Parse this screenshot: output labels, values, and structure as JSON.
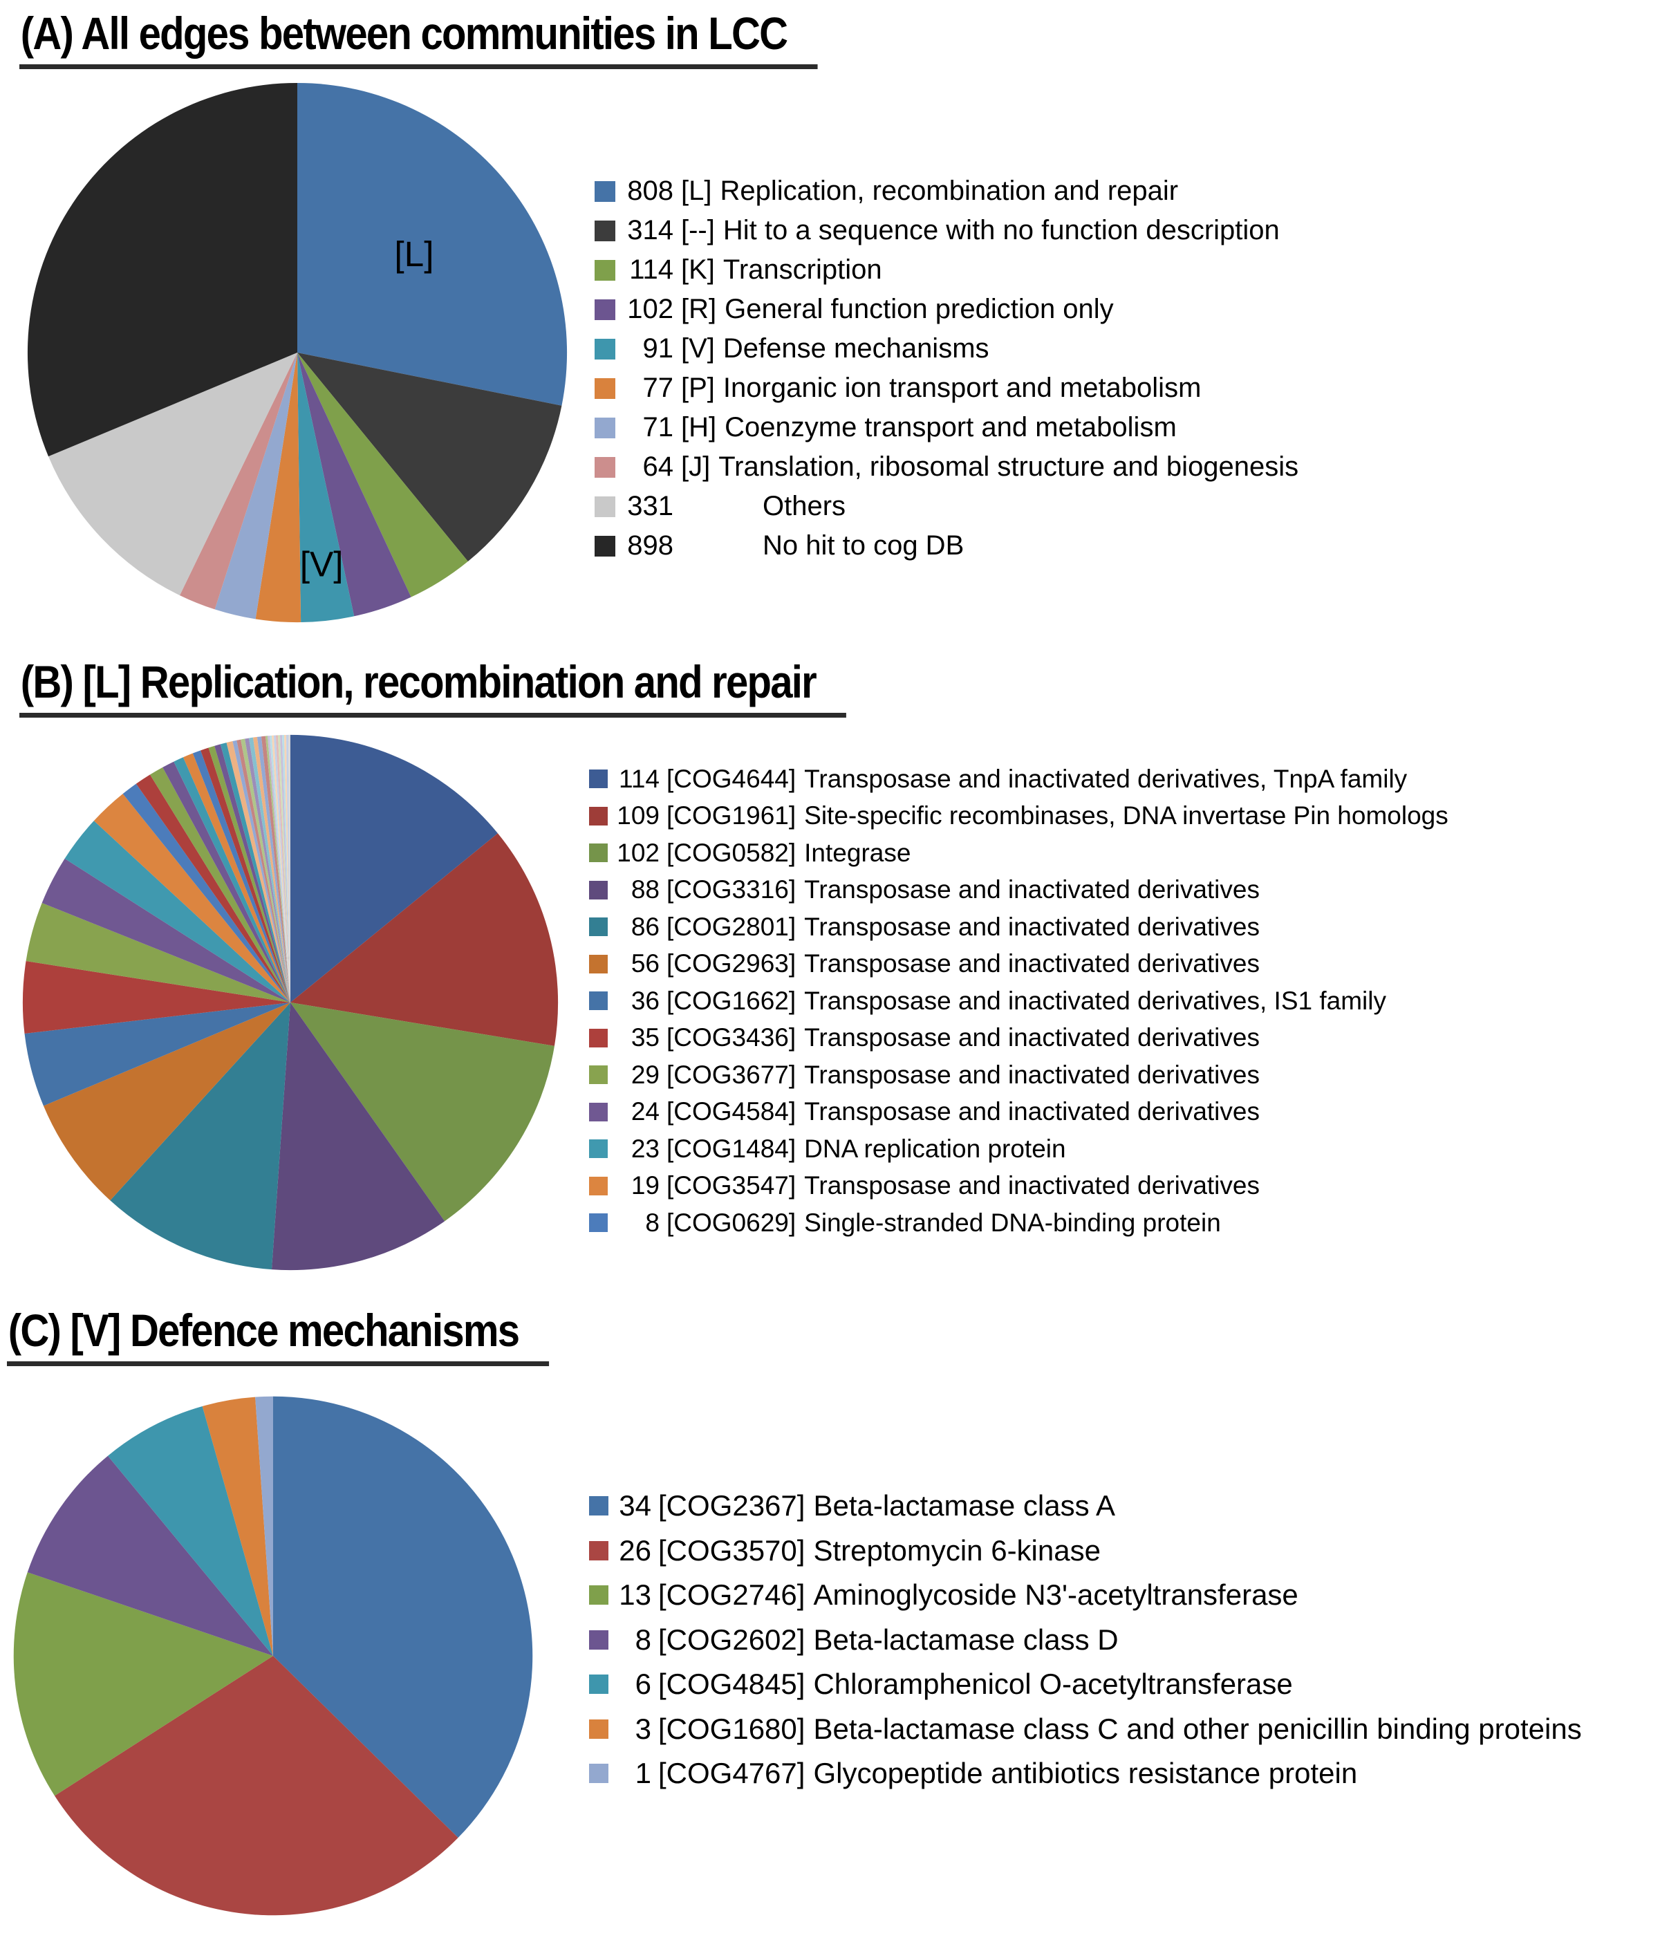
{
  "page_background": "#ffffff",
  "chart_data": [
    {
      "type": "pie",
      "title": "(A) All edges between communities in LCC",
      "start_angle_deg": 0,
      "direction": "clockwise",
      "total": 2870,
      "slices": [
        {
          "value": 808,
          "code": "[L]",
          "label": "Replication, recombination and repair",
          "color": "#4573A7"
        },
        {
          "value": 314,
          "code": "[--]",
          "label": "Hit to a sequence with no function description",
          "color": "#3C3C3C"
        },
        {
          "value": 114,
          "code": "[K]",
          "label": "Transcription",
          "color": "#7FA04B"
        },
        {
          "value": 102,
          "code": "[R]",
          "label": "General function prediction only",
          "color": "#6C5590"
        },
        {
          "value": 91,
          "code": "[V]",
          "label": "Defense mechanisms",
          "color": "#3E96AD"
        },
        {
          "value": 77,
          "code": "[P]",
          "label": "Inorganic ion transport and metabolism",
          "color": "#D9823D"
        },
        {
          "value": 71,
          "code": "[H]",
          "label": "Coenzyme transport and metabolism",
          "color": "#93A8CF"
        },
        {
          "value": 64,
          "code": "[J]",
          "label": "Translation, ribosomal structure and biogenesis",
          "color": "#CC8E8D"
        },
        {
          "value": 331,
          "code": "",
          "label": "Others",
          "color": "#C9C9C9"
        },
        {
          "value": 898,
          "code": "",
          "label": "No hit to cog DB",
          "color": "#272727"
        }
      ],
      "annotations": [
        {
          "text": "[L]",
          "slice_index": 0,
          "r_frac": 0.56
        },
        {
          "text": "[V]",
          "slice_index": 4,
          "r_frac": 0.8
        }
      ]
    },
    {
      "type": "pie",
      "title": "(B) [L] Replication, recombination and repair",
      "start_angle_deg": 0,
      "direction": "clockwise",
      "total": 808,
      "slices": [
        {
          "value": 114,
          "code": "[COG4644]",
          "label": "Transposase and inactivated derivatives, TnpA family",
          "color": "#3D5C94"
        },
        {
          "value": 109,
          "code": "[COG1961]",
          "label": "Site-specific recombinases, DNA invertase Pin homologs",
          "color": "#9E3D38"
        },
        {
          "value": 102,
          "code": "[COG0582]",
          "label": "Integrase",
          "color": "#75944A"
        },
        {
          "value": 88,
          "code": "[COG3316]",
          "label": "Transposase and inactivated derivatives",
          "color": "#5F4A7D"
        },
        {
          "value": 86,
          "code": "[COG2801]",
          "label": "Transposase and inactivated derivatives",
          "color": "#337F93"
        },
        {
          "value": 56,
          "code": "[COG2963]",
          "label": "Transposase and inactivated derivatives",
          "color": "#C4732F"
        },
        {
          "value": 36,
          "code": "[COG1662]",
          "label": "Transposase and inactivated derivatives, IS1 family",
          "color": "#4573A7"
        },
        {
          "value": 35,
          "code": "[COG3436]",
          "label": "Transposase and inactivated derivatives",
          "color": "#AD403C"
        },
        {
          "value": 29,
          "code": "[COG3677]",
          "label": "Transposase and inactivated derivatives",
          "color": "#88A34F"
        },
        {
          "value": 24,
          "code": "[COG4584]",
          "label": "Transposase and inactivated derivatives",
          "color": "#705892"
        },
        {
          "value": 23,
          "code": "[COG1484]",
          "label": "DNA replication protein",
          "color": "#4099AF"
        },
        {
          "value": 19,
          "code": "[COG3547]",
          "label": "Transposase and inactivated derivatives",
          "color": "#DC8540"
        },
        {
          "value": 8,
          "code": "[COG0629]",
          "label": "Single-stranded DNA-binding protein",
          "color": "#4C7CBB"
        },
        {
          "value": 8,
          "code": "",
          "label": "",
          "color": "#AD403C"
        },
        {
          "value": 7,
          "code": "",
          "label": "",
          "color": "#88A34F"
        },
        {
          "value": 6,
          "code": "",
          "label": "",
          "color": "#705892"
        },
        {
          "value": 5,
          "code": "",
          "label": "",
          "color": "#4099AF"
        },
        {
          "value": 5,
          "code": "",
          "label": "",
          "color": "#DC8540"
        },
        {
          "value": 4,
          "code": "",
          "label": "",
          "color": "#4C7CBB"
        },
        {
          "value": 4,
          "code": "",
          "label": "",
          "color": "#AD403C"
        },
        {
          "value": 3,
          "code": "",
          "label": "",
          "color": "#88A34F"
        },
        {
          "value": 3,
          "code": "",
          "label": "",
          "color": "#705892"
        },
        {
          "value": 3,
          "code": "",
          "label": "",
          "color": "#4099AF"
        },
        {
          "value": 3,
          "code": "",
          "label": "",
          "color": "#EDB284"
        },
        {
          "value": 2,
          "code": "",
          "label": "",
          "color": "#93A9D4"
        },
        {
          "value": 2,
          "code": "",
          "label": "",
          "color": "#C58582"
        },
        {
          "value": 2,
          "code": "",
          "label": "",
          "color": "#AFC58A"
        },
        {
          "value": 2,
          "code": "",
          "label": "",
          "color": "#9C8DB9"
        },
        {
          "value": 2,
          "code": "",
          "label": "",
          "color": "#86C0CF"
        },
        {
          "value": 2,
          "code": "",
          "label": "",
          "color": "#EDB284"
        },
        {
          "value": 2,
          "code": "",
          "label": "",
          "color": "#93A9D4"
        },
        {
          "value": 2,
          "code": "",
          "label": "",
          "color": "#C58582"
        },
        {
          "value": 1,
          "code": "",
          "label": "",
          "color": "#AFC58A"
        },
        {
          "value": 1,
          "code": "",
          "label": "",
          "color": "#C7BFDB"
        },
        {
          "value": 1,
          "code": "",
          "label": "",
          "color": "#BCDEE8"
        },
        {
          "value": 1,
          "code": "",
          "label": "",
          "color": "#F6D6B8"
        },
        {
          "value": 1,
          "code": "",
          "label": "",
          "color": "#C3D0E8"
        },
        {
          "value": 1,
          "code": "",
          "label": "",
          "color": "#E2BBB9"
        },
        {
          "value": 1,
          "code": "",
          "label": "",
          "color": "#D3E0BC"
        },
        {
          "value": 1,
          "code": "",
          "label": "",
          "color": "#C7BFDB"
        },
        {
          "value": 1,
          "code": "",
          "label": "",
          "color": "#BCDEE8"
        },
        {
          "value": 1,
          "code": "",
          "label": "",
          "color": "#F6D6B8"
        },
        {
          "value": 1,
          "code": "",
          "label": "",
          "color": "#C3D0E8"
        },
        {
          "value": 1,
          "code": "",
          "label": "",
          "color": "#D9D9D9"
        }
      ],
      "annotations": []
    },
    {
      "type": "pie",
      "title": "(C) [V] Defence mechanisms",
      "start_angle_deg": 0,
      "direction": "clockwise",
      "total": 91,
      "slices": [
        {
          "value": 34,
          "code": "[COG2367]",
          "label": "Beta-lactamase class A",
          "color": "#4573A7"
        },
        {
          "value": 26,
          "code": "[COG3570]",
          "label": "Streptomycin 6-kinase",
          "color": "#AA4643"
        },
        {
          "value": 13,
          "code": "[COG2746]",
          "label": "Aminoglycoside N3'-acetyltransferase",
          "color": "#7FA04B"
        },
        {
          "value": 8,
          "code": "[COG2602]",
          "label": "Beta-lactamase class D",
          "color": "#6C5590"
        },
        {
          "value": 6,
          "code": "[COG4845]",
          "label": "Chloramphenicol O-acetyltransferase",
          "color": "#3E96AD"
        },
        {
          "value": 3,
          "code": "[COG1680]",
          "label": "Beta-lactamase class C and other penicillin binding proteins",
          "color": "#D9823D"
        },
        {
          "value": 1,
          "code": "[COG4767]",
          "label": "Glycopeptide antibiotics resistance protein",
          "color": "#93A8CF"
        }
      ],
      "annotations": []
    }
  ]
}
